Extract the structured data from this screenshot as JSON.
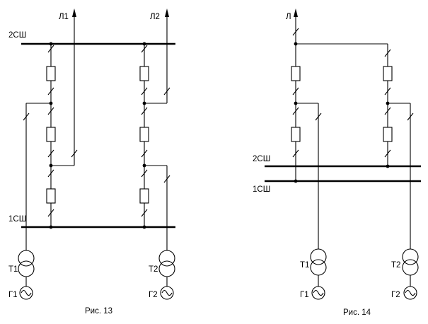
{
  "fig13": {
    "caption": "Рис. 13",
    "line1": "Л1",
    "line2": "Л2",
    "bus2": "2СШ",
    "bus1": "1СШ",
    "t1": "Т1",
    "t2": "Т2",
    "g1": "Г1",
    "g2": "Г2"
  },
  "fig14": {
    "caption": "Рис. 14",
    "line": "Л",
    "bus2": "2СШ",
    "bus1": "1СШ",
    "t1": "Т1",
    "t2": "Т2",
    "g1": "Г1",
    "g2": "Г2"
  }
}
